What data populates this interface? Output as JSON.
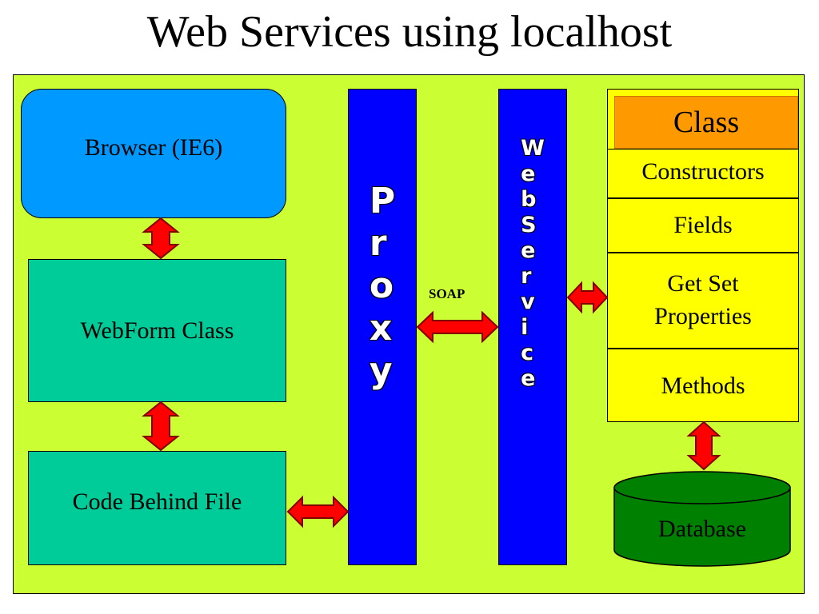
{
  "title": "Web Services using localhost",
  "nodes": {
    "browser": "Browser (IE6)",
    "webform": "WebForm Class",
    "codebehind": "Code Behind File",
    "proxy": "Proxy",
    "webservice": "Web Service",
    "soap": "SOAP",
    "database": "Database"
  },
  "class_box": {
    "header": "Class",
    "constructors": "Constructors",
    "fields": "Fields",
    "properties": "Get Set Properties",
    "methods": "Methods"
  },
  "colors": {
    "panel": "#ccff33",
    "browser": "#0099ff",
    "teal_boxes": "#00cc99",
    "bars": "#0000ff",
    "class_header": "#ff9900",
    "class_body": "#ffff00",
    "database": "#008000",
    "arrows": "#ff0000"
  }
}
